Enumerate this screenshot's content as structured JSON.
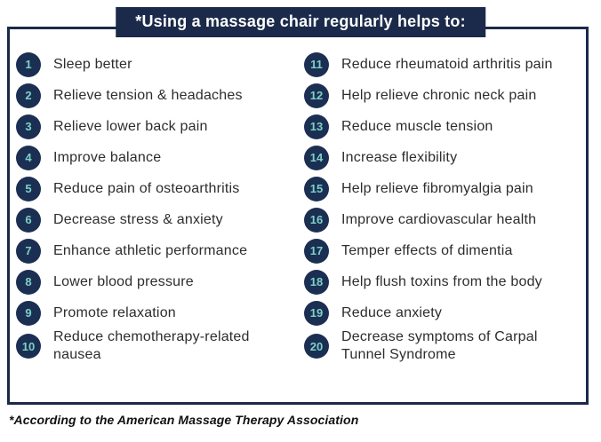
{
  "header": {
    "title": "*Using a massage chair regularly helps to:"
  },
  "items": [
    {
      "number": "1",
      "text": "Sleep better"
    },
    {
      "number": "2",
      "text": "Relieve tension & headaches"
    },
    {
      "number": "3",
      "text": "Relieve lower back pain"
    },
    {
      "number": "4",
      "text": "Improve balance"
    },
    {
      "number": "5",
      "text": "Reduce pain of osteoarthritis"
    },
    {
      "number": "6",
      "text": "Decrease stress & anxiety"
    },
    {
      "number": "7",
      "text": "Enhance athletic performance"
    },
    {
      "number": "8",
      "text": "Lower blood pressure"
    },
    {
      "number": "9",
      "text": "Promote relaxation"
    },
    {
      "number": "10",
      "text": "Reduce chemotherapy-related nausea"
    },
    {
      "number": "11",
      "text": "Reduce rheumatoid arthritis pain"
    },
    {
      "number": "12",
      "text": "Help relieve chronic neck pain"
    },
    {
      "number": "13",
      "text": "Reduce muscle tension"
    },
    {
      "number": "14",
      "text": "Increase flexibility"
    },
    {
      "number": "15",
      "text": "Help relieve fibromyalgia pain"
    },
    {
      "number": "16",
      "text": "Improve cardiovascular health"
    },
    {
      "number": "17",
      "text": "Temper effects of dimentia"
    },
    {
      "number": "18",
      "text": "Help flush toxins from the body"
    },
    {
      "number": "19",
      "text": "Reduce anxiety"
    },
    {
      "number": "20",
      "text": "Decrease symptoms of Carpal Tunnel Syndrome"
    }
  ],
  "footer": {
    "note": "*According to the American Massage Therapy Association"
  },
  "colors": {
    "navy": "#1b2a4a",
    "circle_navy": "#1b2f52",
    "number_teal": "#7dd0c9",
    "body_text": "#2d2d2d"
  }
}
